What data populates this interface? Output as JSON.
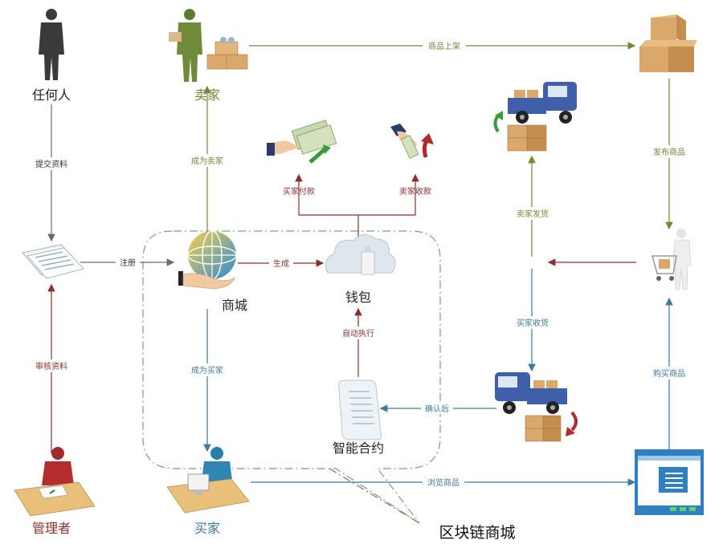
{
  "title": "区块链商城",
  "nodes": {
    "anyone": "任何人",
    "seller_top": "卖家",
    "mall": "商城",
    "wallet": "钱包",
    "contract": "智能合约",
    "buyer": "买家",
    "admin": "管理者"
  },
  "edges": {
    "submit": "提交资料",
    "become_seller": "成为卖家",
    "register": "注册",
    "generate": "生成",
    "audit": "审核资料",
    "become_buyer": "成为买家",
    "auto_exec": "自动执行",
    "confirm": "确认后",
    "browse": "浏览商品",
    "list_goods": "商品上架",
    "publish": "发布商品",
    "seller_ship": "卖家发货",
    "buyer_receive": "买家收货",
    "buy": "购买商品",
    "buyer_pay": "买家付款",
    "seller_collect": "卖家收款"
  },
  "colors": {
    "gray": "#6b6b6b",
    "green": "#6f8a3a",
    "red": "#8e2f2f",
    "blue": "#3f7b9b",
    "boundary_green": "#7aa07a",
    "boundary_red": "#c05a5a"
  },
  "icons": [
    "person-gray-icon",
    "seller-with-boxes-icon",
    "boxes-stack-icon",
    "document-icon",
    "globe-hand-icon",
    "cloud-wallet-icon",
    "money-pay-icon",
    "money-collect-icon",
    "truck-ship-icon",
    "truck-receive-icon",
    "scroll-contract-icon",
    "shopper-cart-icon",
    "admin-desk-icon",
    "buyer-computer-icon",
    "web-page-icon"
  ]
}
